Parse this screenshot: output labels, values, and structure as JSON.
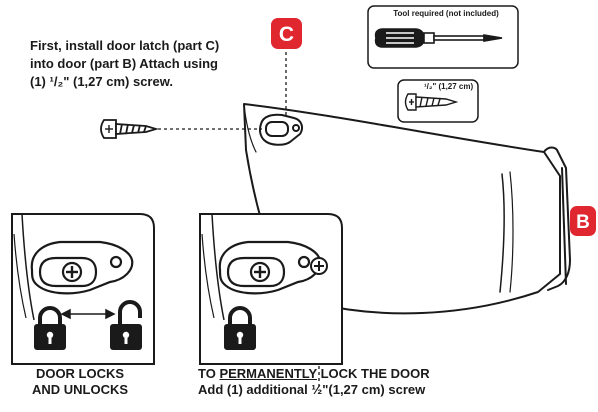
{
  "instruction": {
    "line1": "First, install door latch (part C)",
    "line2": "into door (part B) Attach  using",
    "line3": "(1) ¹/₂\" (1,27 cm) screw."
  },
  "tool_caption": "Tool required (not included)",
  "screw_caption": "¹/₂\" (1,27 cm)",
  "parts": {
    "latch_label": "C",
    "door_label": "B"
  },
  "lock_caption": {
    "line1": "DOOR LOCKS",
    "line2": "AND UNLOCKS"
  },
  "permanent_caption": {
    "prefix": "TO ",
    "emphasis": "PERMANENTLY",
    "suffix": " LOCK THE DOOR",
    "line2": "Add  (1) additional  ½\"(1,27 cm) screw"
  },
  "colors": {
    "badge": "#e0262f",
    "line": "#1a1a1a"
  },
  "icons": [
    "screwdriver-icon",
    "screw-icon",
    "padlock-locked-icon",
    "padlock-unlocked-icon"
  ]
}
